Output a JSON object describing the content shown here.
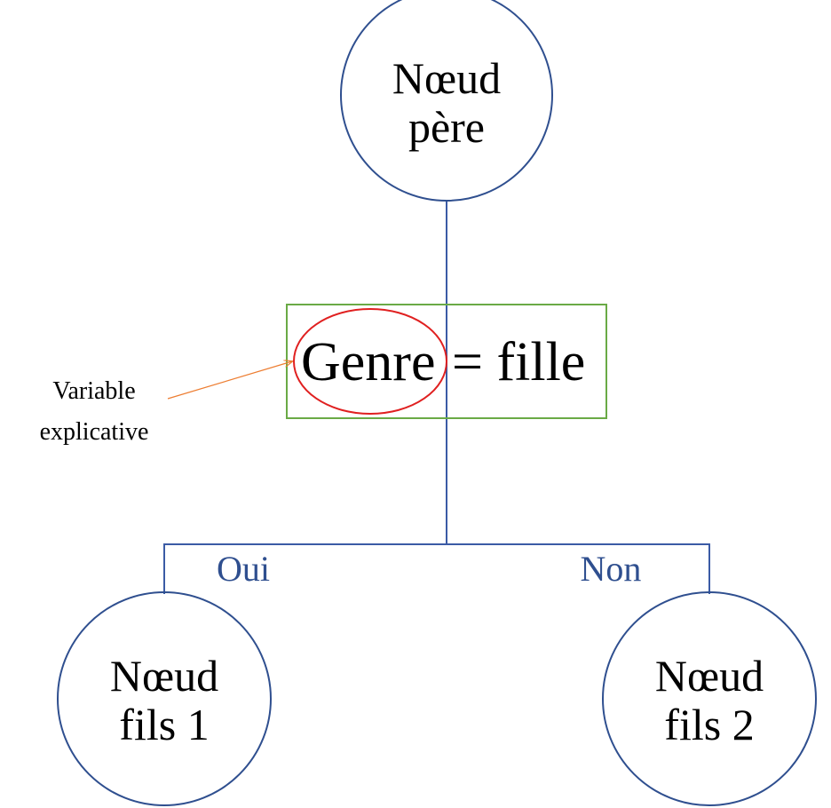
{
  "colors": {
    "node_stroke": "#2F4F8F",
    "connector": "#3B5BA5",
    "branch_label": "#2F4F8F",
    "condition_box": "#6AAA46",
    "highlight_ellipse": "#E02020",
    "annotation_arrow": "#ED7D31",
    "text": "#000000",
    "background": "#FFFFFF"
  },
  "parent_node": {
    "line1": "Nœud",
    "line2": "père"
  },
  "condition": {
    "variable": "Genre",
    "rest": "= fille"
  },
  "annotation": {
    "line1": "Variable",
    "line2": "explicative"
  },
  "branches": {
    "yes_label": "Oui",
    "no_label": "Non"
  },
  "child_nodes": [
    {
      "line1": "Nœud",
      "line2": "fils 1"
    },
    {
      "line1": "Nœud",
      "line2": "fils 2"
    }
  ]
}
